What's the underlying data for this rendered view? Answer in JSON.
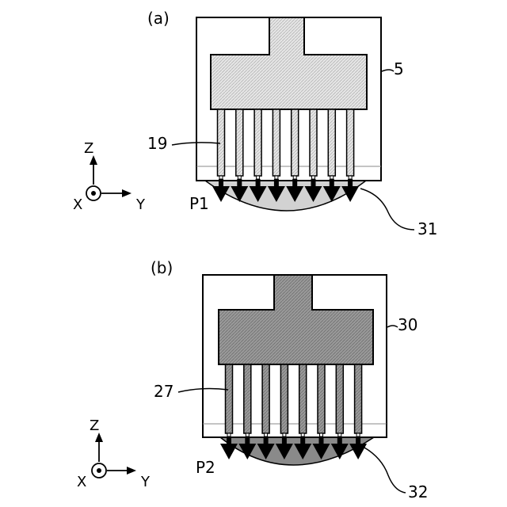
{
  "panel_a": {
    "label": "(a)",
    "head_ref": "5",
    "nozzle_ref": "19",
    "pressure_label": "P1",
    "droplet_ref": "31",
    "fill_color": "#d9d9d9"
  },
  "panel_b": {
    "label": "(b)",
    "head_ref": "30",
    "nozzle_ref": "27",
    "pressure_label": "P2",
    "droplet_ref": "32",
    "fill_color": "#8c8c8c"
  },
  "axes": {
    "z_label": "Z",
    "x_label": "X",
    "y_label": "Y"
  }
}
